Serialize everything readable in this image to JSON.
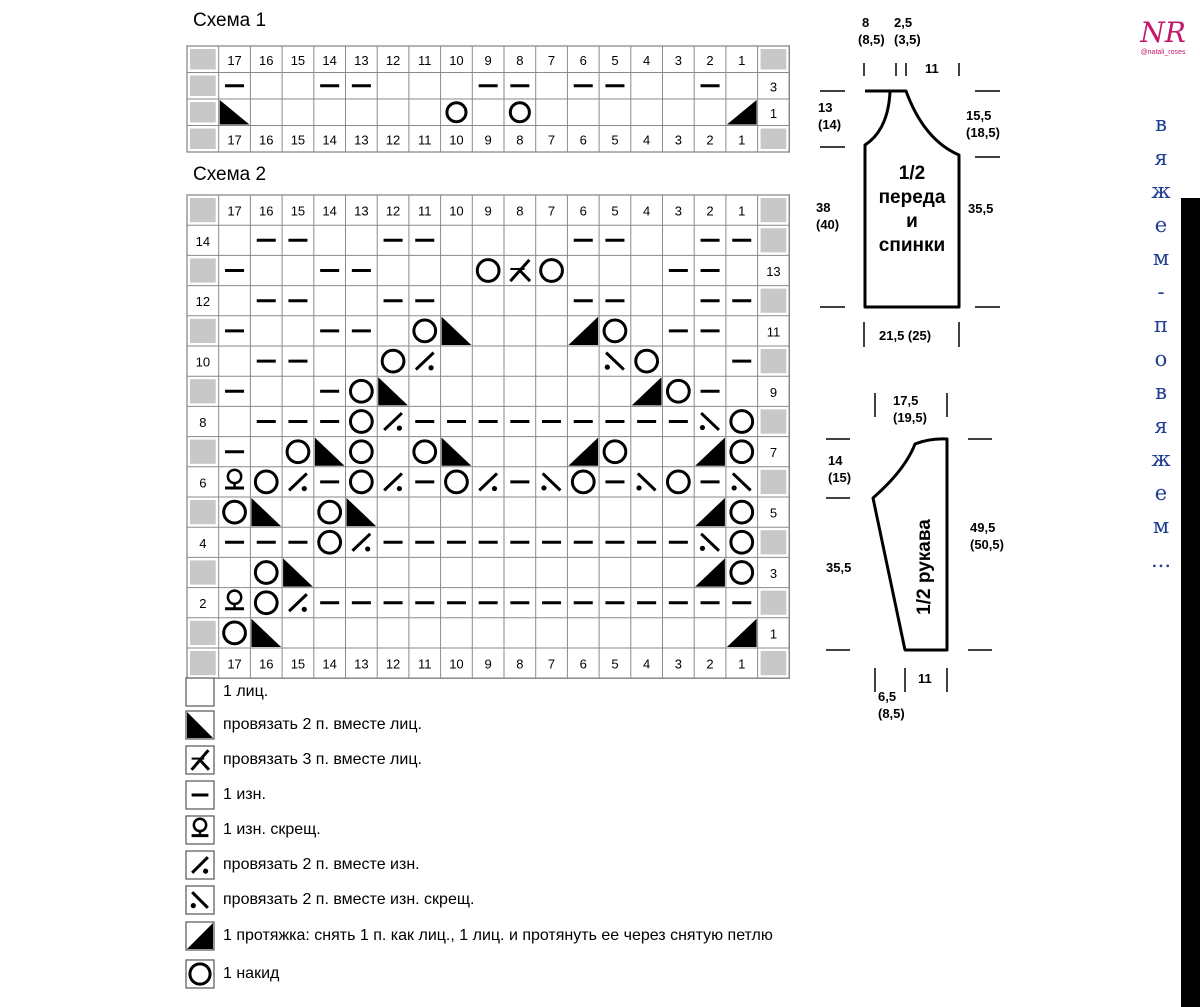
{
  "scheme1": {
    "title": "Схема 1",
    "top_numbers": [
      "17",
      "16",
      "15",
      "14",
      "13",
      "12",
      "11",
      "10",
      "9",
      "8",
      "7",
      "6",
      "5",
      "4",
      "3",
      "2",
      "1"
    ],
    "bottom_numbers": [
      "17",
      "16",
      "15",
      "14",
      "13",
      "12",
      "11",
      "10",
      "9",
      "8",
      "7",
      "6",
      "5",
      "4",
      "3",
      "2",
      "1"
    ],
    "rows": [
      {
        "left_label": "",
        "right_label": "3",
        "cells": "-..--...--.--..-."
      },
      {
        "left_label": "",
        "right_label": "1",
        "cells": "R......O.O......L"
      }
    ]
  },
  "scheme2": {
    "title": "Схема 2",
    "top_numbers": [
      "17",
      "16",
      "15",
      "14",
      "13",
      "12",
      "11",
      "10",
      "9",
      "8",
      "7",
      "6",
      "5",
      "4",
      "3",
      "2",
      "1"
    ],
    "bottom_numbers": [
      "17",
      "16",
      "15",
      "14",
      "13",
      "12",
      "11",
      "10",
      "9",
      "8",
      "7",
      "6",
      "5",
      "4",
      "3",
      "2",
      "1"
    ],
    "rows": [
      {
        "left_label": "14",
        "right_label": "",
        "cells": ".--..--....--..--."
      },
      {
        "left_label": "",
        "right_label": "13",
        "cells": "-..--...OKO...--..-"
      },
      {
        "left_label": "12",
        "right_label": "",
        "cells": ".--..--....--..--."
      },
      {
        "left_label": "",
        "right_label": "11",
        "cells": "-..--.OR...LO.--..-"
      },
      {
        "left_label": "10",
        "right_label": "",
        "cells": ".--..O/.....\\O..--."
      },
      {
        "left_label": "",
        "right_label": "9",
        "cells": "-..-OR.......LO-..-"
      },
      {
        "left_label": "8",
        "right_label": "",
        "cells": ".---O/---------\\O---."
      },
      {
        "left_label": "",
        "right_label": "7",
        "cells": "-.ORO.OR...LO..LO.-"
      },
      {
        "left_label": "6",
        "right_label": "",
        "cells": "TO/-O/-O/-\\O-\\O-\\O."
      },
      {
        "left_label": "",
        "right_label": "5",
        "cells": "OR.OR..........LO.LO"
      },
      {
        "left_label": "4",
        "right_label": "",
        "cells": "---O/----------\\O---"
      },
      {
        "left_label": "",
        "right_label": "3",
        "cells": ".OR............LO."
      },
      {
        "left_label": "2",
        "right_label": "",
        "cells": "TO/--------------\\O."
      },
      {
        "left_label": "",
        "right_label": "1",
        "cells": "OR..............LO"
      }
    ]
  },
  "legend": [
    {
      "symbol": "knit",
      "icon": "empty-square-icon",
      "text": "1 лиц."
    },
    {
      "symbol": "k2tog",
      "icon": "right-triangle-icon",
      "text": "провязать 2 п. вместе лиц."
    },
    {
      "symbol": "k3tog",
      "icon": "k3tog-icon",
      "text": "провязать 3 п. вместе лиц."
    },
    {
      "symbol": "purl",
      "icon": "dash-icon",
      "text": "1 изн."
    },
    {
      "symbol": "purl_tbl",
      "icon": "twisted-purl-icon",
      "text": "1 изн. скрещ."
    },
    {
      "symbol": "p2tog",
      "icon": "slash-dot-icon",
      "text": "провязать 2 п. вместе изн."
    },
    {
      "symbol": "p2tog_tbl",
      "icon": "backslash-dot-icon",
      "text": " провязать 2 п. вместе изн. скрещ."
    },
    {
      "symbol": "ssk",
      "icon": "left-triangle-icon",
      "text": "1 протяжка: снять 1 п. как лиц., 1 лиц. и протянуть ее через снятую петлю"
    },
    {
      "symbol": "yo",
      "icon": "circle-icon",
      "text": "1 накид"
    }
  ],
  "schematic_body": {
    "label_lines": [
      "1/2",
      "переда",
      "и",
      "спинки"
    ],
    "dims": {
      "top_left": [
        "8",
        "(8,5)"
      ],
      "top_mid": [
        "2,5",
        "(3,5)"
      ],
      "top_right": "11",
      "armhole_depth": [
        "13",
        "(14)"
      ],
      "right_upper": [
        "15,5",
        "(18,5)"
      ],
      "left_height": [
        "38",
        "(40)"
      ],
      "right_lower": "35,5",
      "bottom_width": "21,5 (25)"
    }
  },
  "schematic_sleeve": {
    "label": "1/2 рукава",
    "dims": {
      "top_width": [
        "17,5",
        "(19,5)"
      ],
      "cap_height": [
        "14",
        "(15)"
      ],
      "right_total": [
        "49,5",
        "(50,5)"
      ],
      "left_length": "35,5",
      "bottom_left": [
        "6,5",
        "(8,5)"
      ],
      "bottom_right": "11"
    }
  },
  "brand": {
    "logo_text": "NR",
    "handle": "@natali_roses",
    "vertical_text": [
      "в",
      "я",
      "ж",
      "е",
      "м",
      "-",
      "п",
      "о",
      "в",
      "я",
      "ж",
      "е",
      "м",
      "..."
    ],
    "logo_color": "#c2186b",
    "text_color": "#1f3f95"
  },
  "colors": {
    "grid_line": "#8a8a8a",
    "header_cell": "#c8c8c8",
    "ink": "#000000"
  }
}
